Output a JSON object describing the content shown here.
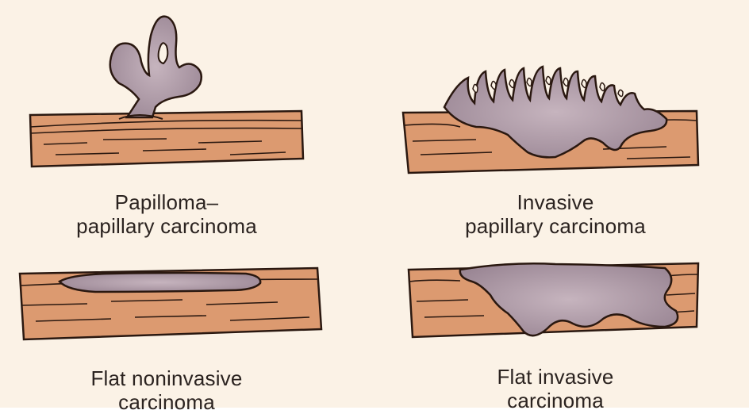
{
  "panels": [
    {
      "id": "papilloma",
      "lines": [
        "Papilloma–",
        "papillary carcinoma"
      ]
    },
    {
      "id": "invasive-papillary",
      "lines": [
        "Invasive",
        "papillary carcinoma"
      ]
    },
    {
      "id": "flat-noninvasive",
      "lines": [
        "Flat noninvasive",
        "carcinoma"
      ]
    },
    {
      "id": "flat-invasive",
      "lines": [
        "Flat invasive",
        "carcinoma"
      ]
    }
  ],
  "colors": {
    "background": "#fbf2e6",
    "tissue": "#dc9a70",
    "tissue_outline": "#2a1810",
    "tumor": "#9b8795",
    "tumor_highlight": "#c6b4be",
    "caption": "#2b2320"
  }
}
